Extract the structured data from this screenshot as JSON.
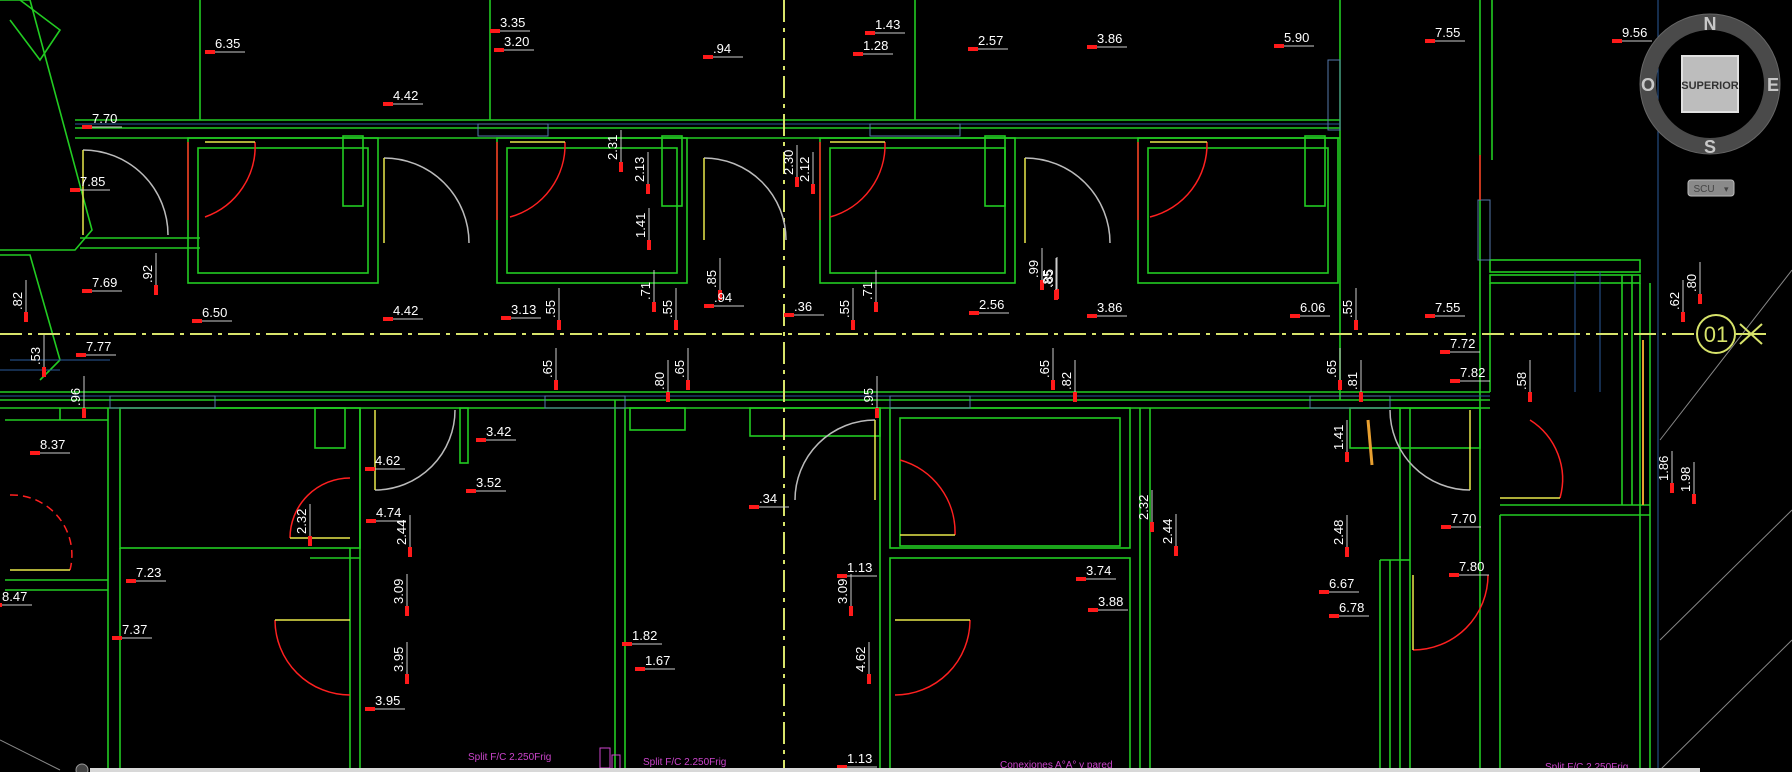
{
  "viewcube": {
    "north": "N",
    "south": "S",
    "east": "E",
    "west": "O",
    "face": "SUPERIOR",
    "ucs": "SCU"
  },
  "grid_bubble": "01",
  "colors": {
    "background": "#000000",
    "walls": "#22cc22",
    "door_red": "#ff2020",
    "door_yellow": "#e8e84a",
    "gridline": "#d7e36a",
    "dim_marker": "#ff1a1a",
    "annotation": "#cc44cc",
    "arc_grey": "#bbbbbb"
  },
  "dimensions": [
    {
      "t": "6.35"
    },
    {
      "t": "3.35"
    },
    {
      "t": "3.20"
    },
    {
      "t": ".94"
    },
    {
      "t": "1.43"
    },
    {
      "t": "1.28"
    },
    {
      "t": "2.57"
    },
    {
      "t": "3.86"
    },
    {
      "t": "5.90"
    },
    {
      "t": "7.55"
    },
    {
      "t": "9.56"
    },
    {
      "t": "4.42"
    },
    {
      "t": "7.70"
    },
    {
      "t": "7.85"
    },
    {
      "t": "2.31"
    },
    {
      "t": "2.13"
    },
    {
      "t": "2.30"
    },
    {
      "t": "2.12"
    },
    {
      "t": "1.41"
    },
    {
      "t": "7.69"
    },
    {
      "t": ".92"
    },
    {
      "t": ".99"
    },
    {
      "t": ".85"
    },
    {
      "t": ".82"
    },
    {
      "t": "6.50"
    },
    {
      "t": "4.42"
    },
    {
      "t": "3.13"
    },
    {
      "t": ".55"
    },
    {
      "t": ".71"
    },
    {
      "t": ".55"
    },
    {
      "t": ".85"
    },
    {
      "t": ".94"
    },
    {
      "t": ".36"
    },
    {
      "t": ".55"
    },
    {
      "t": ".71"
    },
    {
      "t": "2.56"
    },
    {
      "t": ".85"
    },
    {
      "t": "3.86"
    },
    {
      "t": "6.06"
    },
    {
      "t": ".55"
    },
    {
      "t": "7.55"
    },
    {
      "t": ".62"
    },
    {
      "t": ".80"
    },
    {
      "t": "7.77"
    },
    {
      "t": ".53"
    },
    {
      "t": "7.72"
    },
    {
      "t": "7.82"
    },
    {
      "t": ".58"
    },
    {
      "t": ".65"
    },
    {
      "t": ".80"
    },
    {
      "t": ".65"
    },
    {
      "t": ".65"
    },
    {
      "t": ".82"
    },
    {
      "t": ".65"
    },
    {
      "t": ".81"
    },
    {
      "t": ".96"
    },
    {
      "t": ".95"
    },
    {
      "t": "8.37"
    },
    {
      "t": "3.42"
    },
    {
      "t": "4.62"
    },
    {
      "t": "3.52"
    },
    {
      "t": "1.41"
    },
    {
      "t": "1.86"
    },
    {
      "t": "1.98"
    },
    {
      "t": "2.32"
    },
    {
      "t": "4.74"
    },
    {
      "t": "2.44"
    },
    {
      "t": ".34"
    },
    {
      "t": "2.32"
    },
    {
      "t": "2.44"
    },
    {
      "t": "7.70"
    },
    {
      "t": "2.48"
    },
    {
      "t": "7.23"
    },
    {
      "t": "3.09"
    },
    {
      "t": "1.13"
    },
    {
      "t": "3.74"
    },
    {
      "t": "7.80"
    },
    {
      "t": "6.67"
    },
    {
      "t": "8.47"
    },
    {
      "t": "3.09"
    },
    {
      "t": "3.88"
    },
    {
      "t": "6.78"
    },
    {
      "t": "7.37"
    },
    {
      "t": "1.82"
    },
    {
      "t": "1.67"
    },
    {
      "t": "3.95"
    },
    {
      "t": "3.95"
    },
    {
      "t": "4.62"
    },
    {
      "t": "1.13"
    }
  ],
  "annotations": [
    {
      "t": "Split F/C 2.250Frig"
    },
    {
      "t": "Split F/C 2.250Frig"
    },
    {
      "t": "Conexiones A°A° y pared"
    },
    {
      "t": "Split F/C 2.250Frig"
    }
  ]
}
